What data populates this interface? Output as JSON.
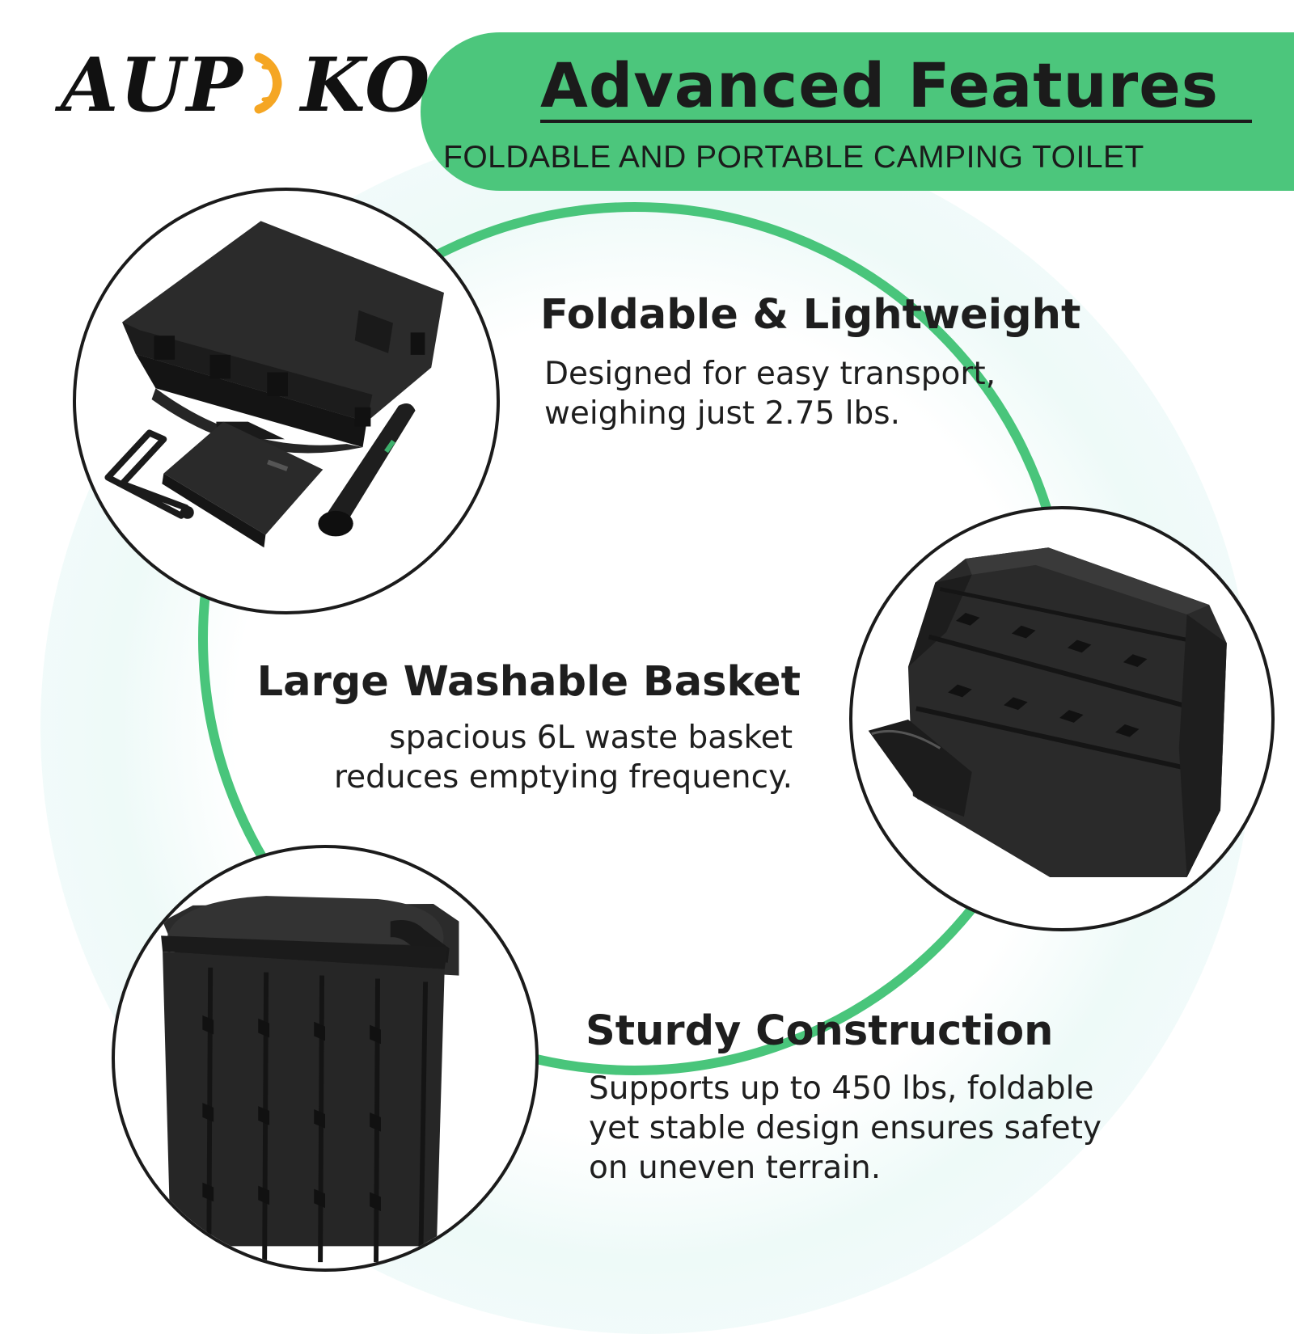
{
  "brand": {
    "logo_prefix": "AUP",
    "logo_suffix": "KO",
    "accent_color": "#f5a623"
  },
  "header": {
    "title": "Advanced Features",
    "subtitle": "FOLDABLE AND PORTABLE CAMPING TOILET",
    "background_color": "#4cc67c"
  },
  "features": [
    {
      "title": "Foldable & Lightweight",
      "description_lines": [
        "Designed for easy transport,",
        "weighing just 2.75 lbs."
      ],
      "image": "folded-toilet-with-accessories"
    },
    {
      "title": "Large Washable Basket",
      "description_lines": [
        "spacious 6L waste basket",
        "reduces emptying frequency."
      ],
      "image": "toilet-bucket-tilted"
    },
    {
      "title": "Sturdy Construction",
      "description_lines": [
        "Supports up to 450 lbs, foldable",
        "yet stable design ensures safety",
        "on uneven terrain."
      ],
      "image": "assembled-toilet-with-lid"
    }
  ],
  "colors": {
    "ring": "#49c57b",
    "text": "#1e1e1e",
    "product": "#232323"
  }
}
